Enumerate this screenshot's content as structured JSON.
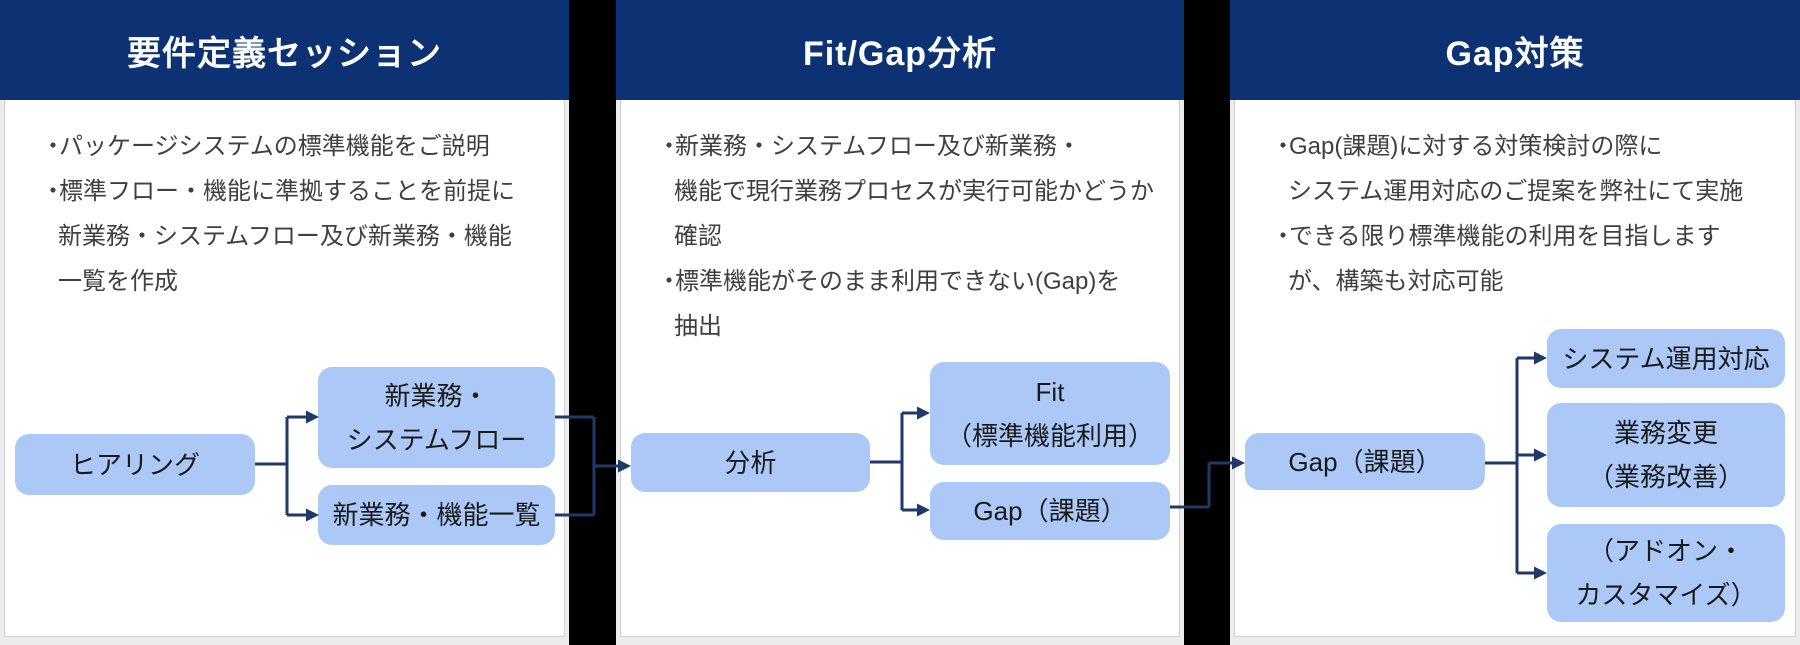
{
  "colors": {
    "header_navy": "#0d3273",
    "connector_line": "#1f3a68",
    "box_fill": "#abc8f7",
    "body_text": "#3f3f3f",
    "box_text": "#1a1a1a",
    "page_background": "#ececec",
    "divider_bar": "#000000"
  },
  "bullet_glyph": "・",
  "panels": [
    {
      "title": "要件定義セッション",
      "body_lines": [
        {
          "text": "パッケージシステムの標準機能をご説明",
          "bullet": true
        },
        {
          "text": "標準フロー・機能に準拠することを前提に",
          "bullet": true
        },
        {
          "text": "新業務・システムフロー及び新業務・機能",
          "bullet": false
        },
        {
          "text": "一覧を作成",
          "bullet": false
        }
      ],
      "boxes": [
        {
          "label": "ヒアリング"
        },
        {
          "label": "新業務・\nシステムフロー"
        },
        {
          "label": "新業務・機能一覧"
        }
      ]
    },
    {
      "title": "Fit/Gap分析",
      "body_lines": [
        {
          "text": "新業務・システムフロー及び新業務・",
          "bullet": true
        },
        {
          "text": "機能で現行業務プロセスが実行可能かどうか",
          "bullet": false
        },
        {
          "text": "確認",
          "bullet": false
        },
        {
          "text": "標準機能がそのまま利用できない(Gap)を",
          "bullet": true
        },
        {
          "text": "抽出",
          "bullet": false
        }
      ],
      "boxes": [
        {
          "label": "分析"
        },
        {
          "label": "Fit\n（標準機能利用）"
        },
        {
          "label": "Gap（課題）"
        }
      ]
    },
    {
      "title": "Gap対策",
      "body_lines": [
        {
          "text": "Gap(課題)に対する対策検討の際に",
          "bullet": true
        },
        {
          "text": "システム運用対応のご提案を弊社にて実施",
          "bullet": false
        },
        {
          "text": "できる限り標準機能の利用を目指します",
          "bullet": true
        },
        {
          "text": "が、構築も対応可能",
          "bullet": false
        }
      ],
      "boxes": [
        {
          "label": "Gap（課題）"
        },
        {
          "label": "システム運用対応"
        },
        {
          "label": "業務変更\n（業務改善）"
        },
        {
          "label": "（アドオン・\nカスタマイズ）"
        }
      ]
    }
  ]
}
